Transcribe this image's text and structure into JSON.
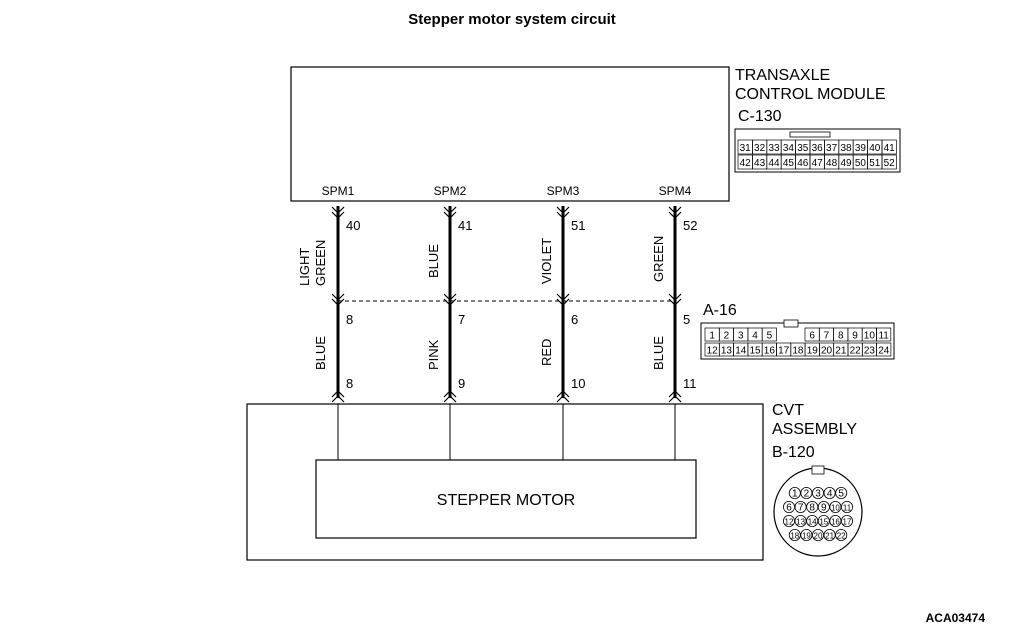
{
  "title": "Stepper motor  system circuit",
  "figure_id": "ACA03474",
  "tcm": {
    "name_line1": "TRANSAXLE",
    "name_line2": "CONTROL MODULE",
    "connector": "C-130",
    "connector_row1": [
      "31",
      "32",
      "33",
      "34",
      "35",
      "36",
      "37",
      "38",
      "39",
      "40",
      "41"
    ],
    "connector_row2": [
      "42",
      "43",
      "44",
      "45",
      "46",
      "47",
      "48",
      "49",
      "50",
      "51",
      "52"
    ]
  },
  "signals": [
    "SPM1",
    "SPM2",
    "SPM3",
    "SPM4"
  ],
  "tcm_pins": [
    "40",
    "41",
    "51",
    "52"
  ],
  "upper_wire_colors": [
    [
      "LIGHT",
      "GREEN"
    ],
    [
      "BLUE"
    ],
    [
      "VIOLET"
    ],
    [
      "GREEN"
    ]
  ],
  "junction": {
    "connector": "A-16",
    "pins": [
      "8",
      "7",
      "6",
      "5"
    ],
    "connector_row1": [
      "1",
      "2",
      "3",
      "4",
      "5",
      "",
      "6",
      "7",
      "8",
      "9",
      "10",
      "11"
    ],
    "connector_row2": [
      "12",
      "13",
      "14",
      "15",
      "16",
      "17",
      "18",
      "19",
      "20",
      "21",
      "22",
      "23",
      "24"
    ]
  },
  "lower_wire_colors": [
    "BLUE",
    "PINK",
    "RED",
    "BLUE"
  ],
  "cvt": {
    "name_line1": "CVT",
    "name_line2": "ASSEMBLY",
    "connector": "B-120",
    "pins": [
      "8",
      "9",
      "10",
      "11"
    ],
    "motor_label": "STEPPER MOTOR",
    "round_row1": [
      "1",
      "2",
      "3",
      "4",
      "5"
    ],
    "round_row2": [
      "6",
      "7",
      "8",
      "9",
      "10",
      "11"
    ],
    "round_row3": [
      "12",
      "13",
      "14",
      "15",
      "16",
      "17"
    ],
    "round_row4": [
      "18",
      "19",
      "20",
      "21",
      "22"
    ]
  }
}
